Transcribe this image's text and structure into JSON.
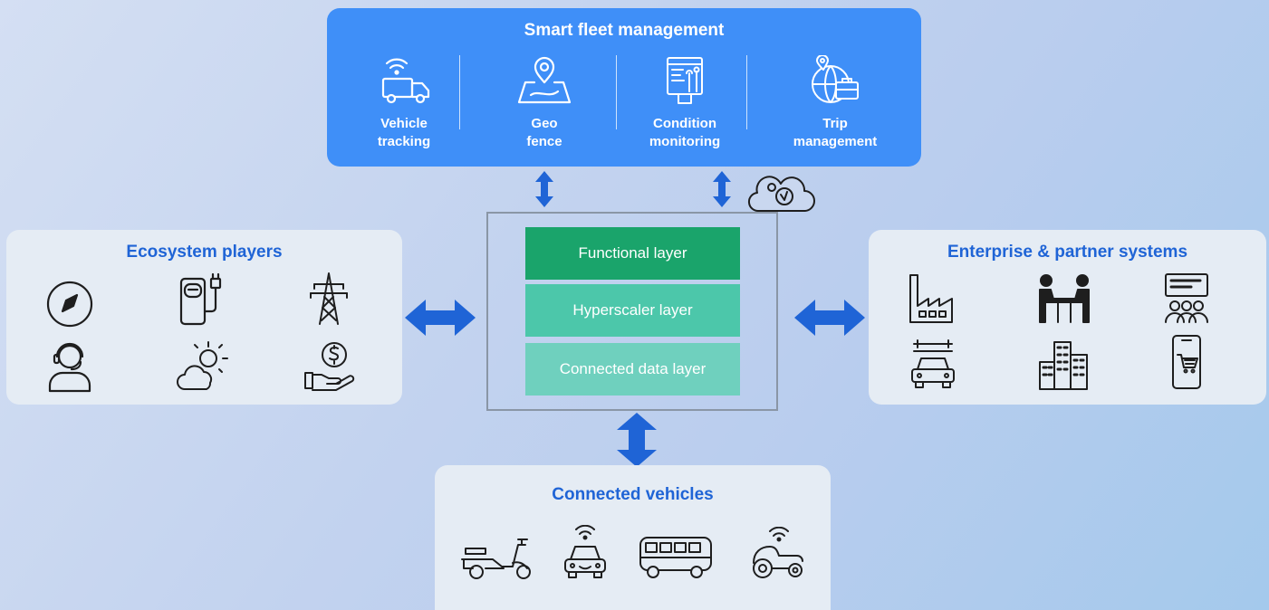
{
  "fleet": {
    "title": "Smart fleet management",
    "items": [
      {
        "line1": "Vehicle",
        "line2": "tracking",
        "icon": "truck-wifi-icon"
      },
      {
        "line1": "Geo",
        "line2": "fence",
        "icon": "map-pin-icon"
      },
      {
        "line1": "Condition",
        "line2": "monitoring",
        "icon": "monitor-tools-icon"
      },
      {
        "line1": "Trip",
        "line2": "management",
        "icon": "globe-briefcase-icon"
      }
    ]
  },
  "ecosystem": {
    "title": "Ecosystem players",
    "icons": [
      "compass-icon",
      "ev-charger-icon",
      "power-tower-icon",
      "support-agent-icon",
      "weather-icon",
      "payment-hand-icon"
    ]
  },
  "enterprise": {
    "title": "Enterprise & partner systems",
    "icons": [
      "factory-icon",
      "meeting-icon",
      "presentation-audience-icon",
      "car-service-icon",
      "buildings-icon",
      "mobile-shop-icon"
    ]
  },
  "vehicles": {
    "title": "Connected vehicles",
    "icons": [
      "scooter-icon",
      "connected-car-icon",
      "bus-icon",
      "connected-tractor-icon"
    ]
  },
  "core": {
    "layers": [
      "Functional layer",
      "Hyperscaler layer",
      "Connected data layer"
    ],
    "cloud_icon": "cloud-check-icon"
  },
  "colors": {
    "fleet_panel": "#3f8ff8",
    "accent_blue": "#1f64d6",
    "functional": "#1aa46b",
    "hyperscaler": "#4cc7aa",
    "connected_data": "#6fd0be"
  }
}
